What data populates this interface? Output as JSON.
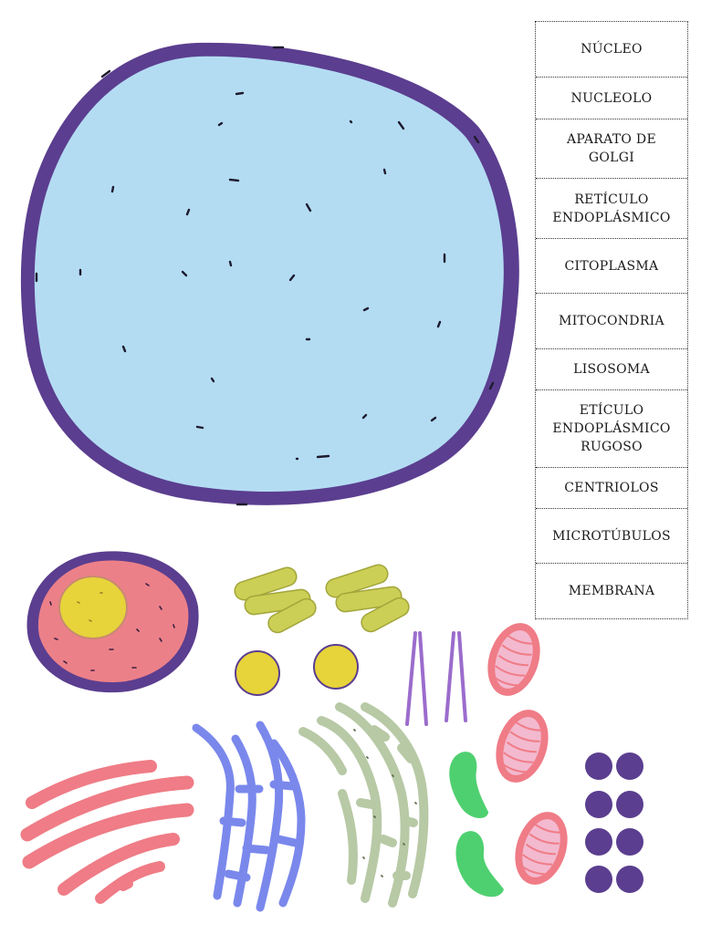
{
  "labels": [
    "NÚCLEO",
    "NUCLEOLO",
    "APARATO DE\nGOLGI",
    "RETÍCULO\nENDOPLÁSMICO",
    "CITOPLASMA",
    "MITOCONDRIA",
    "LISOSOMA",
    "ETÍCULO\nENDOPLÁSMICO\nRUGOSO",
    "CENTRIOLOS",
    "MICROTÚBULOS",
    "MEMBRANA"
  ],
  "pieces": [
    "cell-membrane-icon",
    "nucleus-icon",
    "nucleolus-icon",
    "centriole-icon",
    "vesicle-icon",
    "microtubule-icon",
    "mitochondria-icon",
    "rough-er-icon",
    "smooth-er-icon",
    "golgi-icon",
    "lysosome-icon",
    "ribosome-dot-icon"
  ],
  "colors": {
    "membrane": "#5b3e8f",
    "cytoplasm": "#b3dcf3",
    "nucleus": "#ec8089",
    "nucleolus": "#e7d33a",
    "centriole": "#cccf55",
    "microtubule": "#9b6ccc",
    "mitochondria": "#ef7c86",
    "mito_inner": "#f3b9cf",
    "rough_er": "#ef7c86",
    "smooth_er": "#7a88ec",
    "golgi": "#b7c9a5",
    "lysosome": "#4fd070",
    "dots": "#5b3e8f"
  }
}
